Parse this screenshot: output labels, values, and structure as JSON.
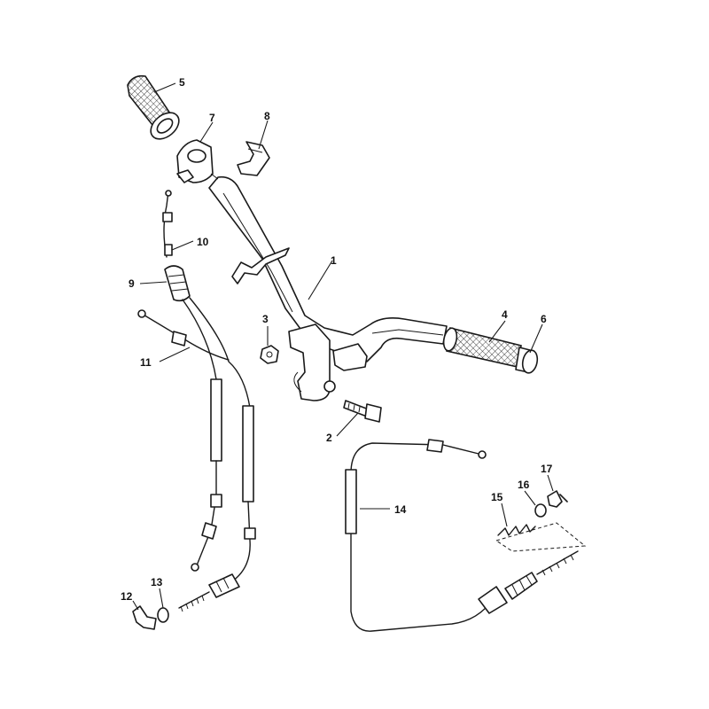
{
  "diagram": {
    "callouts": [
      {
        "number": "1",
        "part": "handlebar"
      },
      {
        "number": "2",
        "part": "bolt"
      },
      {
        "number": "3",
        "part": "nut"
      },
      {
        "number": "4",
        "part": "grip-right"
      },
      {
        "number": "5",
        "part": "grip-left"
      },
      {
        "number": "6",
        "part": "grip-end"
      },
      {
        "number": "7",
        "part": "throttle-housing"
      },
      {
        "number": "8",
        "part": "throttle-cover"
      },
      {
        "number": "9",
        "part": "throttle-cable-boot"
      },
      {
        "number": "10",
        "part": "cable-adjuster"
      },
      {
        "number": "11",
        "part": "throttle-cable"
      },
      {
        "number": "12",
        "part": "wing-nut"
      },
      {
        "number": "13",
        "part": "pin"
      },
      {
        "number": "14",
        "part": "brake-cable"
      },
      {
        "number": "15",
        "part": "spring"
      },
      {
        "number": "16",
        "part": "pin"
      },
      {
        "number": "17",
        "part": "wing-nut"
      }
    ],
    "line_color": "#1a1a1a",
    "background": "#ffffff"
  }
}
